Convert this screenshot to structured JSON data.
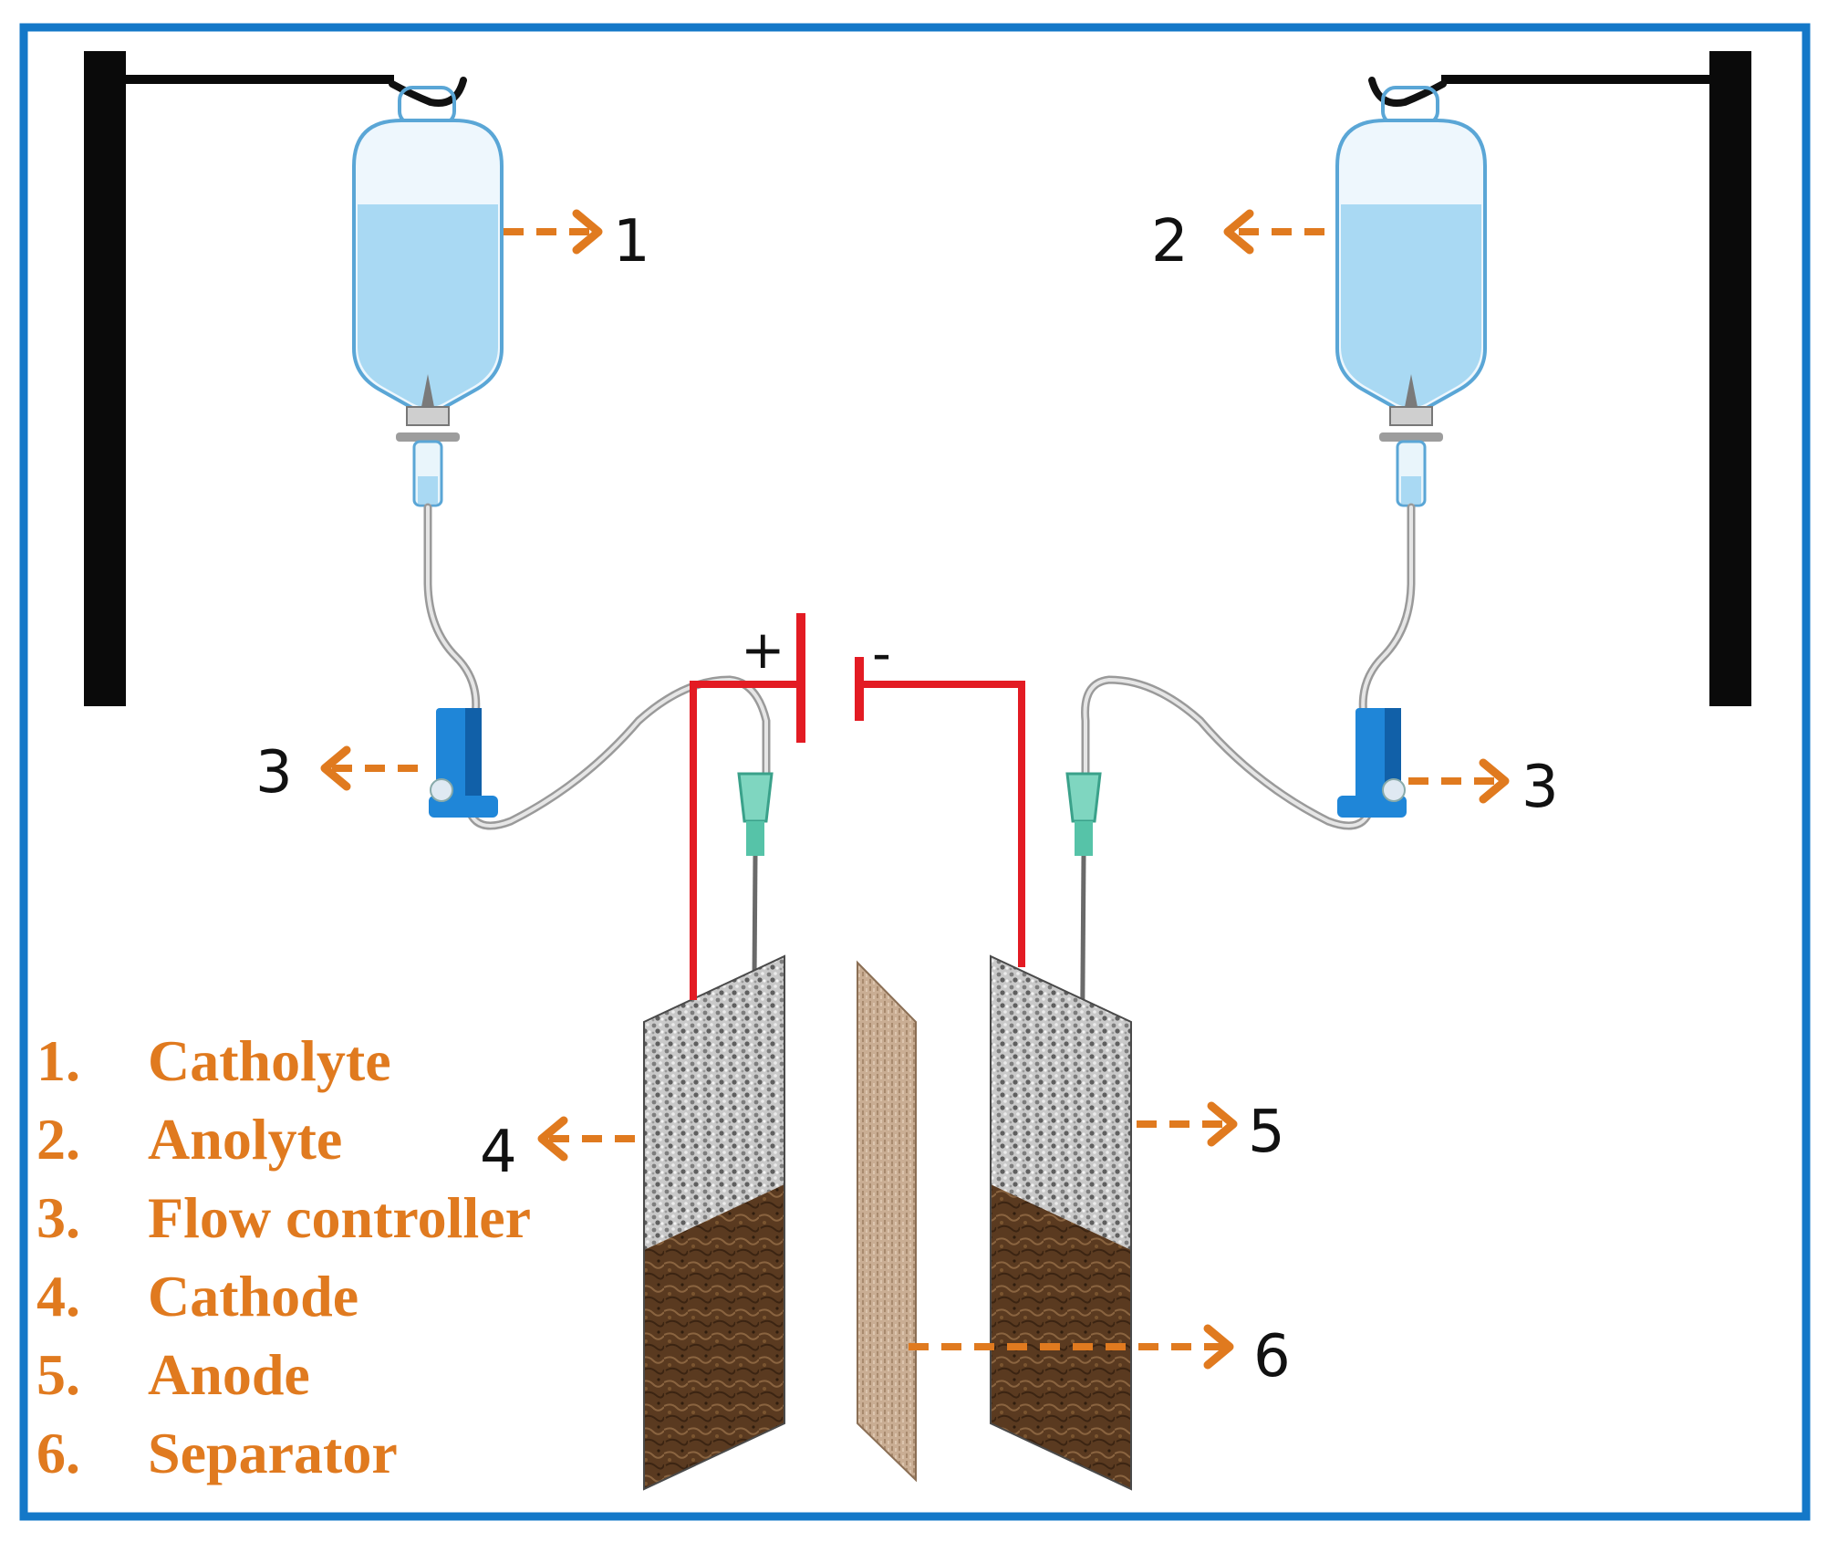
{
  "markers": {
    "m1": "1",
    "m2": "2",
    "m3_left": "3",
    "m3_right": "3",
    "m4": "4",
    "m5": "5",
    "m6": "6"
  },
  "battery": {
    "positive": "+",
    "negative": "-"
  },
  "legend": [
    {
      "num": "1.",
      "label": "Catholyte"
    },
    {
      "num": "2.",
      "label": "Anolyte"
    },
    {
      "num": "3.",
      "label": "Flow controller"
    },
    {
      "num": "4.",
      "label": "Cathode"
    },
    {
      "num": "5.",
      "label": "Anode"
    },
    {
      "num": "6.",
      "label": "Separator"
    }
  ],
  "colors": {
    "frame": "#1478c8",
    "label_arrows": "#e07a1f",
    "wires": "#e31b23",
    "fluid": "#a9d9f3",
    "flow_controller": "#1f86d8"
  }
}
